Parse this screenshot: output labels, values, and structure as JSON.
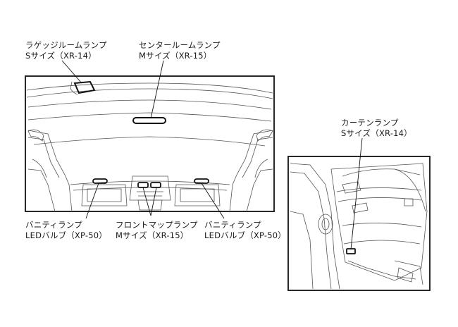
{
  "labels": {
    "luggage": {
      "name": "ラゲッジルームランプ",
      "spec": "Sサイズ（XR-14）"
    },
    "center": {
      "name": "センタールームランプ",
      "spec": "Mサイズ（XR-15）"
    },
    "curtain": {
      "name": "カーテンランプ",
      "spec": "Sサイズ（XR-14）"
    },
    "vanity_left": {
      "name": "バニティランプ",
      "spec": "LEDバルブ（XP-50）"
    },
    "front_map": {
      "name": "フロントマップランプ",
      "spec": "Mサイズ（XR-15）"
    },
    "vanity_right": {
      "name": "バニティランプ",
      "spec": "LEDバルブ（XP-50）"
    }
  }
}
